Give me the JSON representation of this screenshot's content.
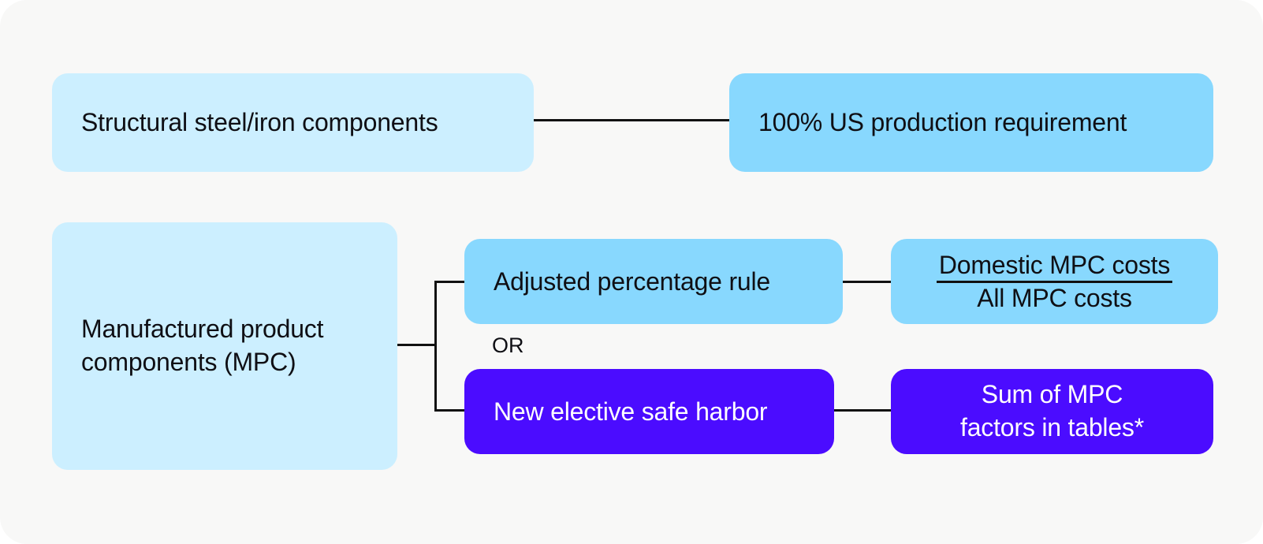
{
  "nodes": {
    "structural": "Structural steel/iron components",
    "us_production": "100% US production requirement",
    "mpc": "Manufactured product components (MPC)",
    "adjusted": "Adjusted percentage rule",
    "fraction_numerator": "Domestic MPC costs",
    "fraction_denominator": "All MPC costs",
    "safe_harbor": "New elective safe harbor",
    "sum_factors_line1": "Sum of MPC",
    "sum_factors_line2": "factors in tables*"
  },
  "or_label": "OR",
  "colors": {
    "background": "#f8f8f7",
    "light_blue": "#ccefff",
    "mid_blue": "#88d8fe",
    "purple": "#4b0cff",
    "line": "#111111"
  }
}
